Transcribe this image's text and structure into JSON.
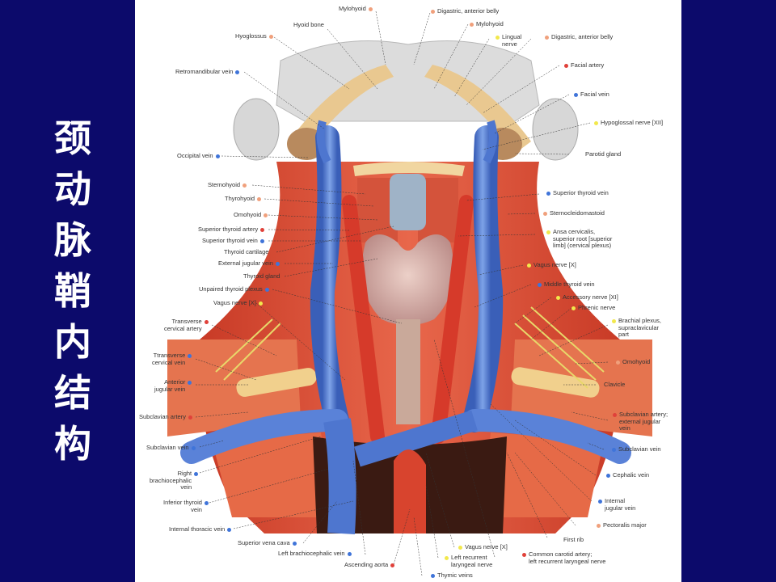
{
  "title": "颈动脉鞘内结构",
  "colors": {
    "background": "#0c0a6b",
    "artery": "#e0413a",
    "vein": "#3f74d9",
    "nerve": "#f2e84c",
    "muscle": "#f0a07c"
  },
  "labels": [
    {
      "id": "mylohyoid-top",
      "text": "Mylohyoid",
      "kind": "muscle"
    },
    {
      "id": "digastric-anterior-top",
      "text": "Digastric, anterior belly",
      "kind": "muscle"
    },
    {
      "id": "hyoid-bone",
      "text": "Hyoid bone",
      "kind": "other"
    },
    {
      "id": "mylohyoid-right",
      "text": "Mylohyoid",
      "kind": "muscle"
    },
    {
      "id": "hyoglossus",
      "text": "Hyoglossus",
      "kind": "muscle"
    },
    {
      "id": "lingual-nerve",
      "text": "Lingual\nnerve",
      "kind": "nerve"
    },
    {
      "id": "digastric-anterior-right",
      "text": "Digastric, anterior belly",
      "kind": "muscle"
    },
    {
      "id": "retromandibular-vein",
      "text": "Retromandibular vein",
      "kind": "vein"
    },
    {
      "id": "facial-artery",
      "text": "Facial artery",
      "kind": "artery"
    },
    {
      "id": "facial-vein",
      "text": "Facial vein",
      "kind": "vein"
    },
    {
      "id": "hypoglossal-nerve",
      "text": "Hypoglossal nerve [XII]",
      "kind": "nerve"
    },
    {
      "id": "occipital-vein",
      "text": "Occipital vein",
      "kind": "vein"
    },
    {
      "id": "parotid-gland",
      "text": "Parotid gland",
      "kind": "other"
    },
    {
      "id": "sternohyoid",
      "text": "Sternohyoid",
      "kind": "muscle"
    },
    {
      "id": "thyrohyoid",
      "text": "Thyrohyoid",
      "kind": "muscle"
    },
    {
      "id": "superior-thyroid-vein-right",
      "text": "Superior thyroid vein",
      "kind": "vein"
    },
    {
      "id": "omohyoid-left",
      "text": "Omohyoid",
      "kind": "muscle"
    },
    {
      "id": "sternocleidomastoid",
      "text": "Sternocleidomastoid",
      "kind": "muscle"
    },
    {
      "id": "superior-thyroid-artery",
      "text": "Superior thyroid artery",
      "kind": "artery"
    },
    {
      "id": "ansa-cervicalis",
      "text": "Ansa cervicalis,\nsuperior root [superior\nlimb] (cervical plexus)",
      "kind": "nerve"
    },
    {
      "id": "superior-thyroid-vein-left",
      "text": "Superior thyroid vein",
      "kind": "vein"
    },
    {
      "id": "thyroid-cartilage",
      "text": "Thyroid cartilage",
      "kind": "other"
    },
    {
      "id": "external-jugular-vein",
      "text": "External jugular vein",
      "kind": "vein"
    },
    {
      "id": "vagus-nerve-right",
      "text": "Vagus nerve [X]",
      "kind": "nerve"
    },
    {
      "id": "thyroid-gland",
      "text": "Thyroid gland",
      "kind": "other"
    },
    {
      "id": "middle-thyroid-vein",
      "text": "Middle thyroid vein",
      "kind": "vein"
    },
    {
      "id": "unpaired-thyroid-plexus",
      "text": "Unpaired thyroid plexus",
      "kind": "vein"
    },
    {
      "id": "accessory-nerve",
      "text": "Accessory nerve [XI]",
      "kind": "nerve"
    },
    {
      "id": "vagus-nerve-left",
      "text": "Vagus nerve [X]",
      "kind": "nerve"
    },
    {
      "id": "phrenic-nerve",
      "text": "Phrenic nerve",
      "kind": "nerve"
    },
    {
      "id": "brachial-plexus",
      "text": "Brachial plexus,\nsupraclavicular\npart",
      "kind": "nerve"
    },
    {
      "id": "transverse-cervical-artery",
      "text": "Transverse\ncervical artery",
      "kind": "artery"
    },
    {
      "id": "transverse-cervical-vein",
      "text": "Ttransverse\ncervical vein",
      "kind": "vein"
    },
    {
      "id": "omohyoid-right",
      "text": "Omohyoid",
      "kind": "muscle"
    },
    {
      "id": "anterior-jugular-vein",
      "text": "Anterior\njugular vein",
      "kind": "vein"
    },
    {
      "id": "clavicle",
      "text": "Clavicle",
      "kind": "other"
    },
    {
      "id": "subclavian-artery-left",
      "text": "Subclavian artery",
      "kind": "artery"
    },
    {
      "id": "subclavian-artery-right",
      "text": "Subclavian artery;\nexternal jugular\nvein",
      "kind": "artery"
    },
    {
      "id": "subclavian-vein-left",
      "text": "Subclavian vein",
      "kind": "vein"
    },
    {
      "id": "subclavian-vein-right",
      "text": "Subclavian vein",
      "kind": "vein"
    },
    {
      "id": "right-brachiocephalic-vein",
      "text": "Right\nbrachiocephalic\nvein",
      "kind": "vein"
    },
    {
      "id": "cephalic-vein",
      "text": "Cephalic vein",
      "kind": "vein"
    },
    {
      "id": "inferior-thyroid-vein",
      "text": "Inferior thyroid\nvein",
      "kind": "vein"
    },
    {
      "id": "internal-jugular-vein",
      "text": "Internal\njugular vein",
      "kind": "vein"
    },
    {
      "id": "pectoralis-major",
      "text": "Pectoralis major",
      "kind": "muscle"
    },
    {
      "id": "internal-thoracic-vein",
      "text": "Internal thoracic vein",
      "kind": "vein"
    },
    {
      "id": "first-rib",
      "text": "First rib",
      "kind": "other"
    },
    {
      "id": "superior-vena-cava",
      "text": "Superior vena cava",
      "kind": "vein"
    },
    {
      "id": "vagus-nerve-bottom",
      "text": "Vagus nerve [X]",
      "kind": "nerve"
    },
    {
      "id": "common-carotid-artery",
      "text": "Common carotid artery;\nleft recurrent laryngeal nerve",
      "kind": "artery"
    },
    {
      "id": "left-brachiocephalic-vein",
      "text": "Left brachiocephalic vein",
      "kind": "vein"
    },
    {
      "id": "left-recurrent-laryngeal-nerve",
      "text": "Left recurrent\nlaryngeal nerve",
      "kind": "nerve"
    },
    {
      "id": "ascending-aorta",
      "text": "Ascending aorta",
      "kind": "artery"
    },
    {
      "id": "thymic-veins",
      "text": "Thymic veins",
      "kind": "vein"
    }
  ]
}
